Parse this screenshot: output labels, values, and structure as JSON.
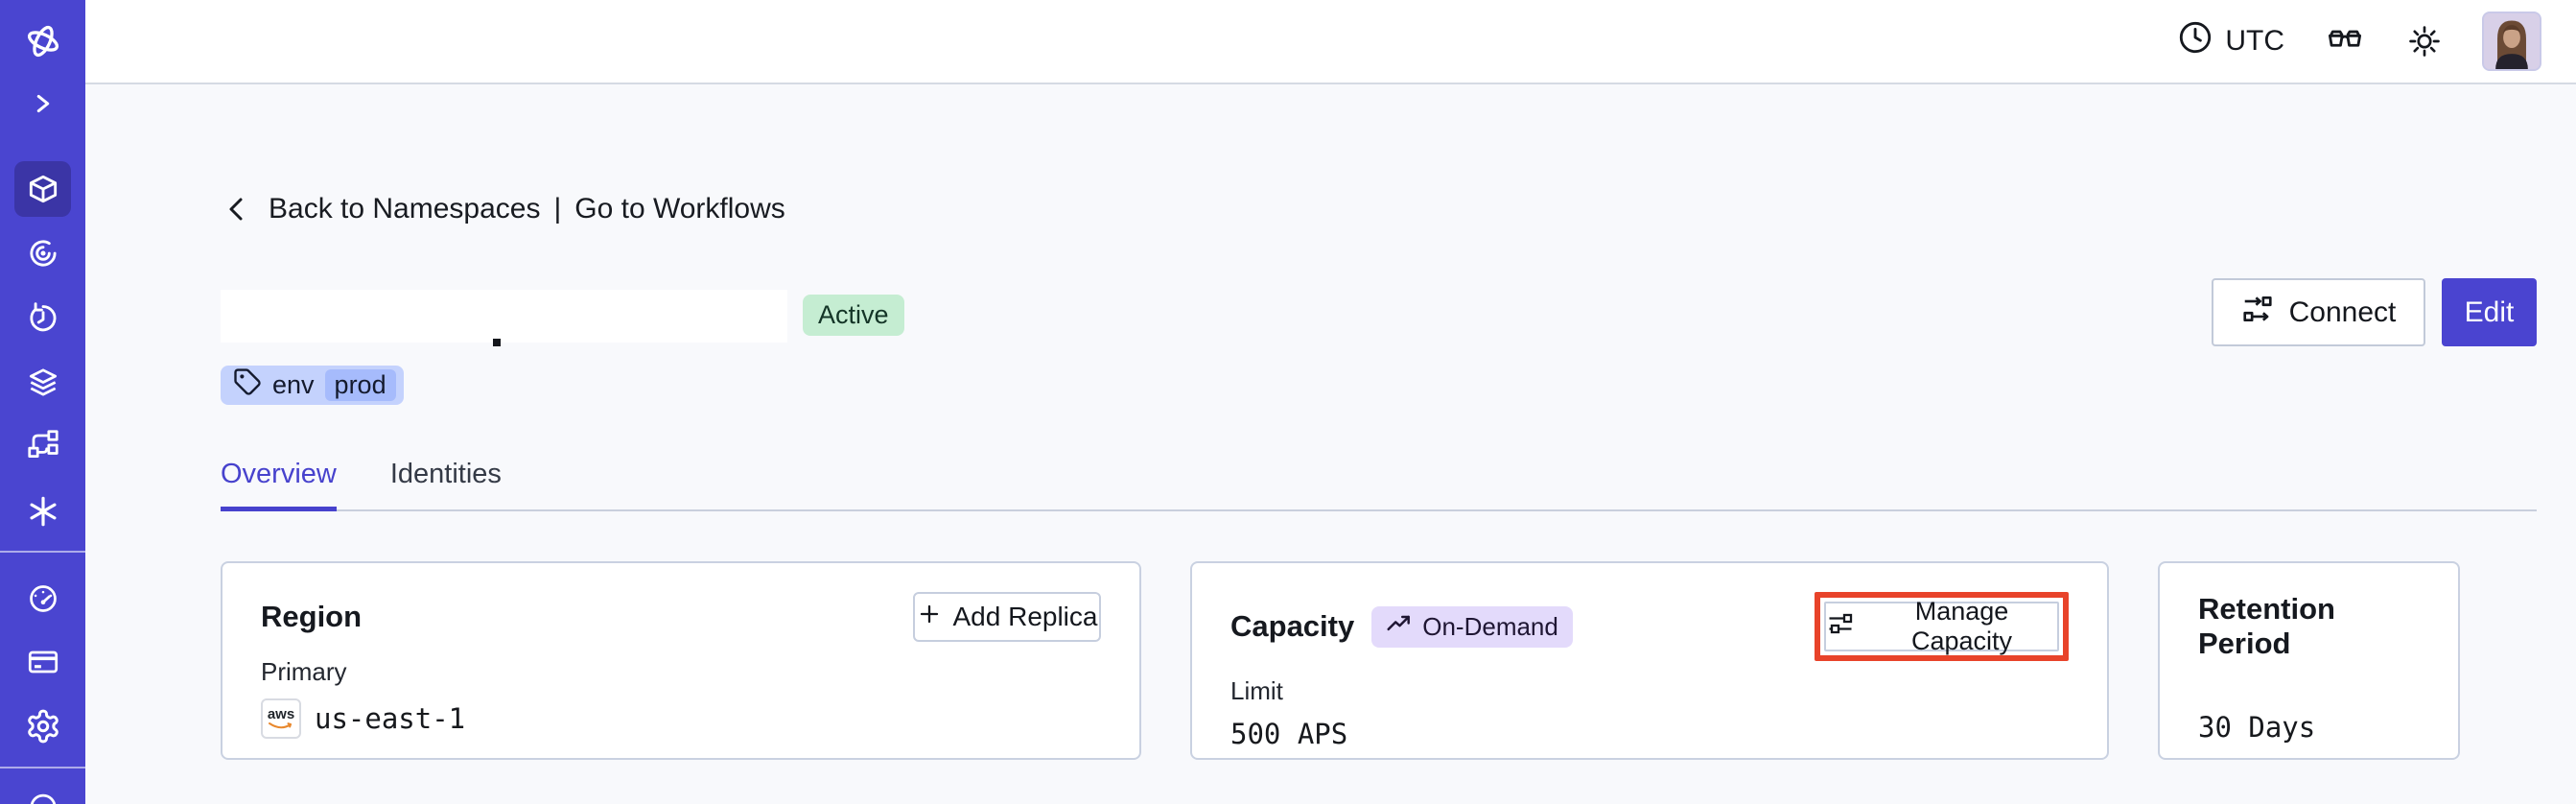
{
  "topbar": {
    "timezone_label": "UTC"
  },
  "breadcrumb": {
    "back_label": "Back to Namespaces",
    "separator": "|",
    "workflows_label": "Go to Workflows"
  },
  "namespace_header": {
    "status_badge": "Active",
    "tag_key": "env",
    "tag_value": "prod",
    "connect_label": "Connect",
    "edit_label": "Edit"
  },
  "tabs": [
    {
      "label": "Overview",
      "active": true
    },
    {
      "label": "Identities",
      "active": false
    }
  ],
  "cards": {
    "region": {
      "title": "Region",
      "add_replica_label": "Add Replica",
      "field_label": "Primary",
      "value": "us-east-1",
      "provider_label": "aws"
    },
    "capacity": {
      "title": "Capacity",
      "badge_label": "On-Demand",
      "manage_label": "Manage Capacity",
      "field_label": "Limit",
      "value": "500 APS"
    },
    "retention": {
      "title": "Retention Period",
      "value": "30 Days"
    }
  },
  "sidebar": {
    "icons": [
      "temporal-logo",
      "expand-chevron",
      "namespaces",
      "workflows",
      "schedules",
      "deployments",
      "batch-operations",
      "nexus",
      "usage",
      "billing",
      "settings",
      "support"
    ],
    "active_item": "namespaces"
  },
  "top_icons": [
    "clock-icon",
    "glasses-icon",
    "sun-icon",
    "avatar"
  ],
  "colors": {
    "sidebar": "#4a45d0",
    "sidebar_active": "#3b35a6",
    "accent_indigo": "#4742cd",
    "status_green_bg": "#c5edd2",
    "tag_blue_bg": "#c4d2fd",
    "tag_chip_bg": "#a6bbfc",
    "ondemand_lavender_bg": "#e3dafb",
    "highlight_red": "#e8432a",
    "content_bg": "#f8f9fc",
    "card_border": "#c9d1e1"
  }
}
